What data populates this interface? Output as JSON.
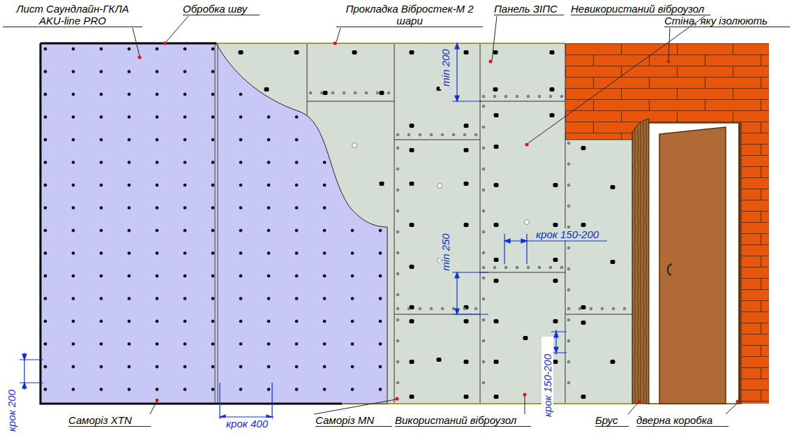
{
  "diagram": {
    "labels": [
      "Лист Саундлайн-ГКЛА AKU-line PRO",
      "Обробка шву",
      "Прокладка Вібростек-М 2 шари",
      "Панель ЗІПС",
      "Невикористаний віброузол",
      "Стіна, яку ізолюють",
      "min 200",
      "min 250",
      "крок 150-200",
      "крок 150-200",
      "крок 200",
      "крок 400",
      "Саморіз XTN",
      "Саморіз MN",
      "Використаний віброузол",
      "Брус",
      "дверна коробка"
    ]
  }
}
